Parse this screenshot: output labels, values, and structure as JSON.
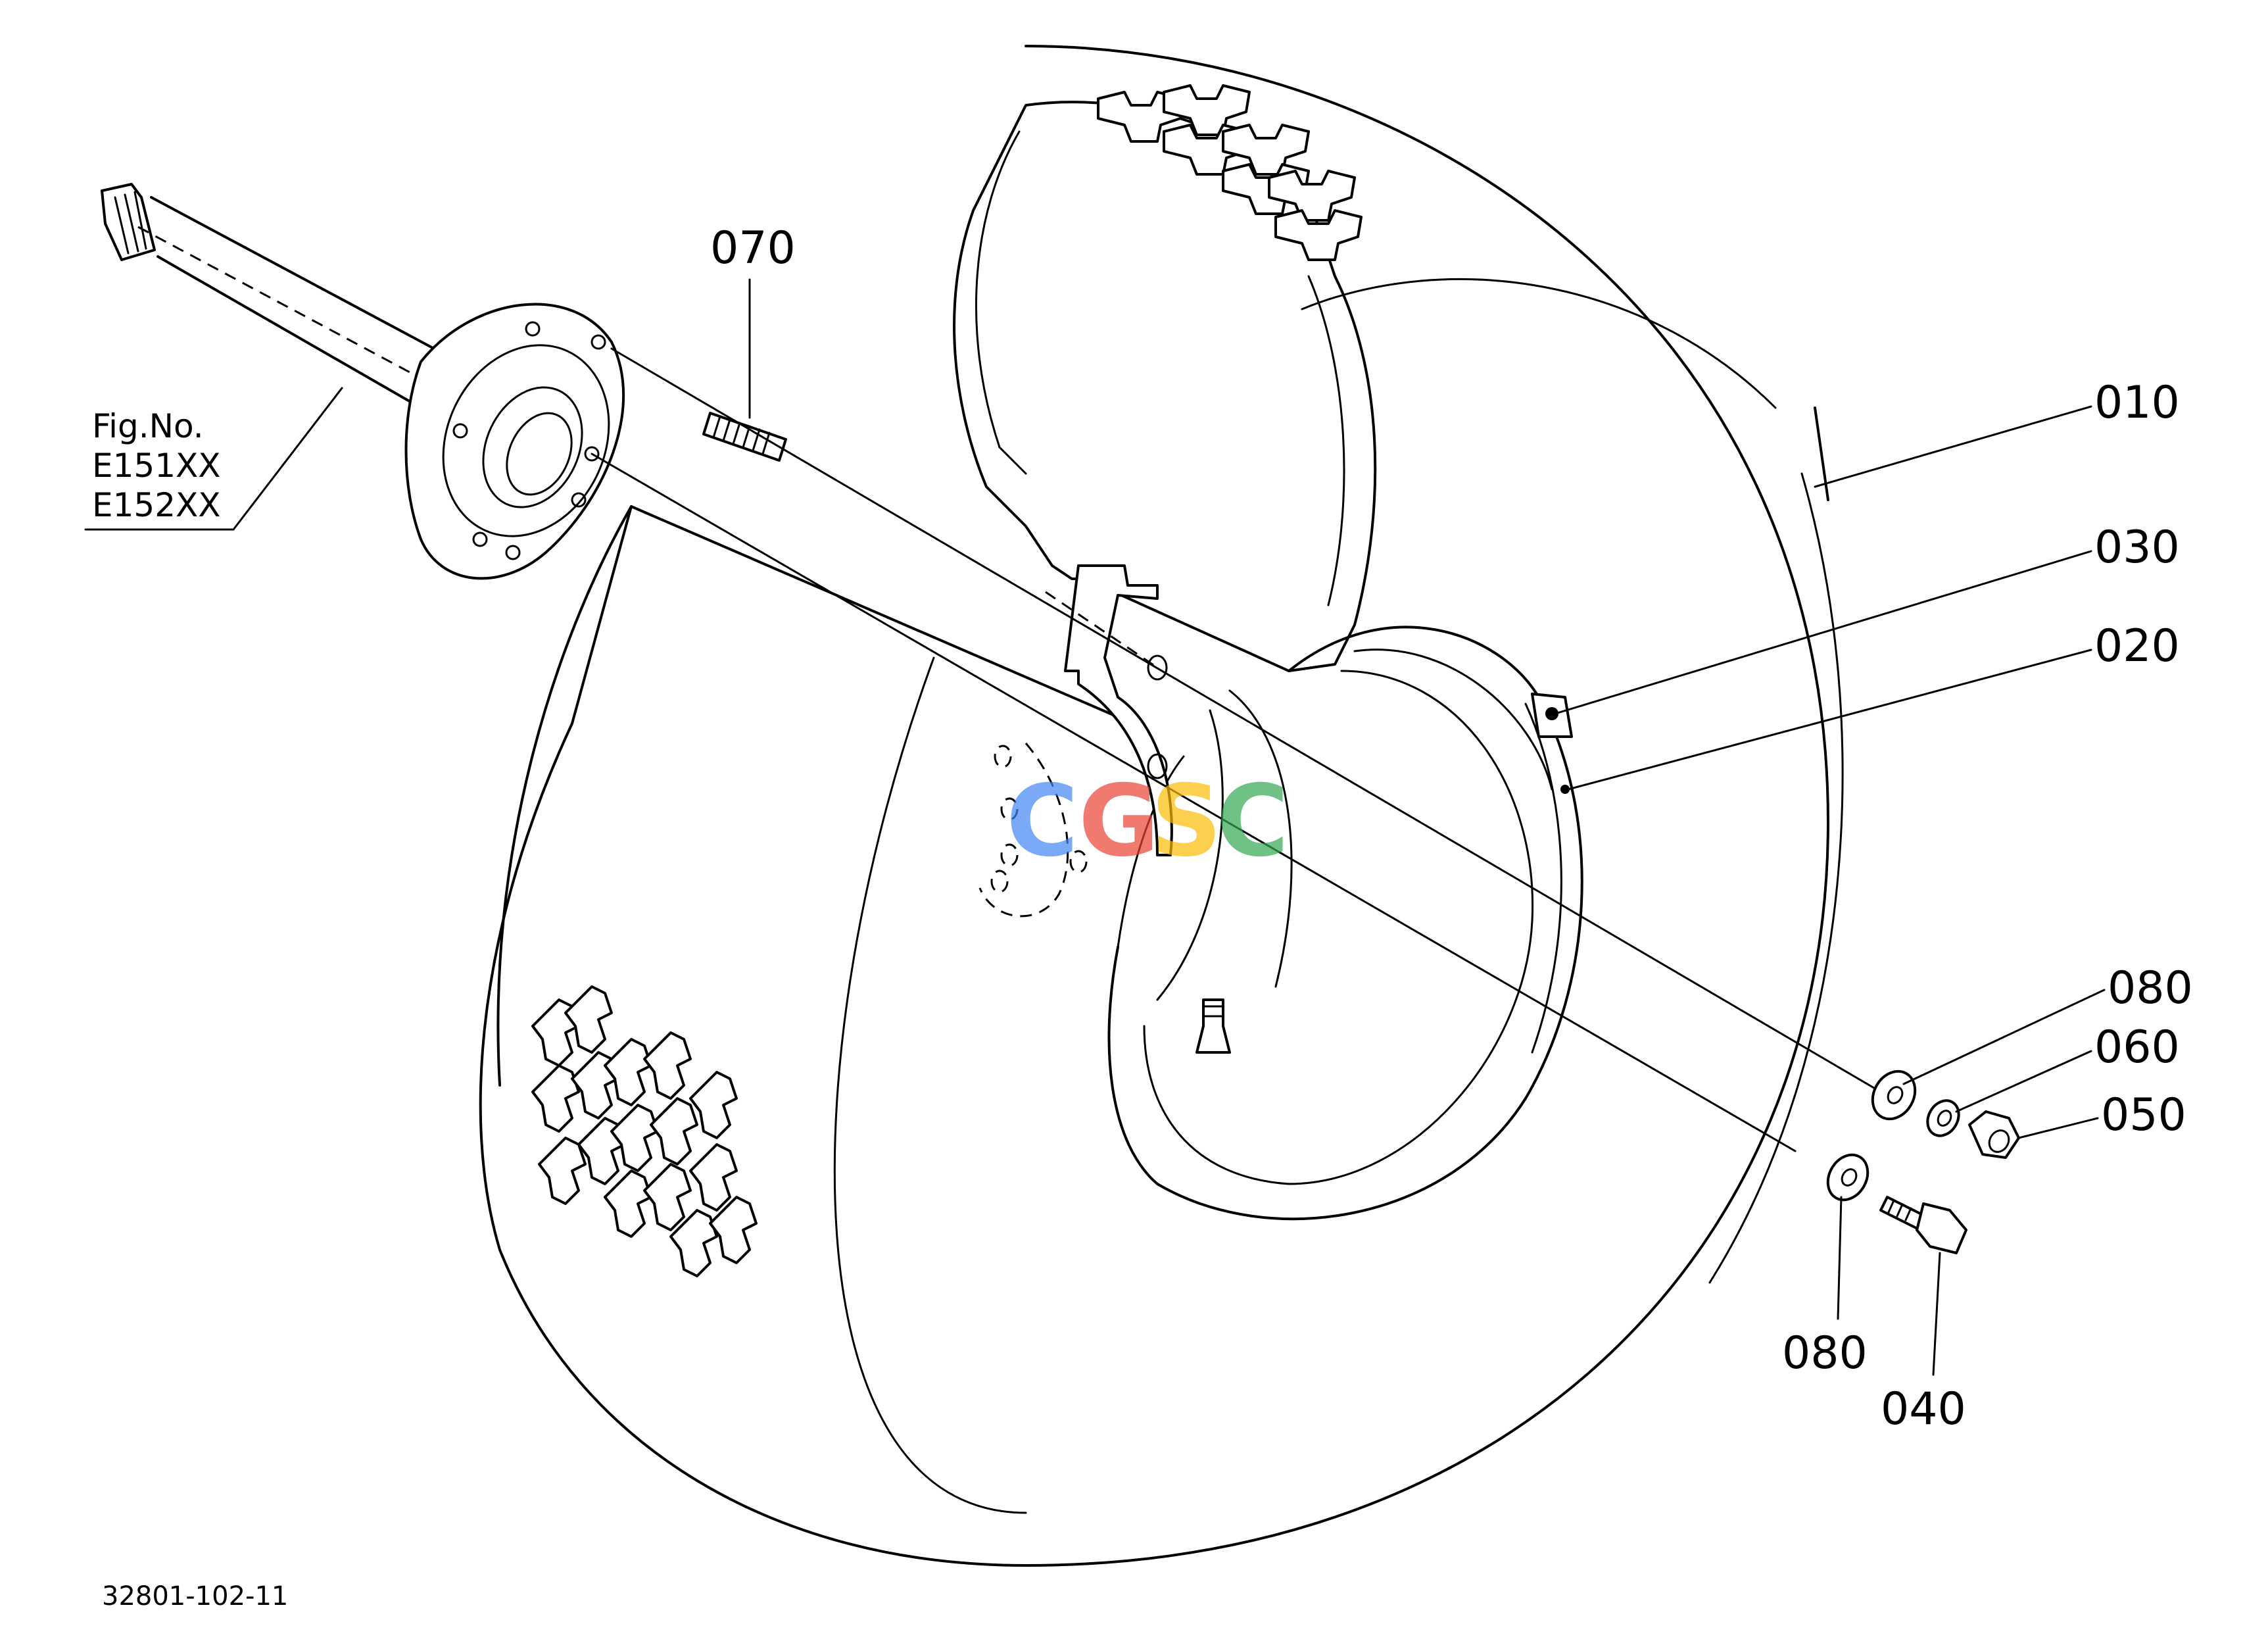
{
  "figure": {
    "drawing_code": "32801-102-11",
    "reference_fig": {
      "label": "Fig.No.",
      "numbers": [
        "E151XX",
        "E152XX"
      ]
    }
  },
  "callouts": [
    {
      "id": "070",
      "label": "070"
    },
    {
      "id": "010",
      "label": "010"
    },
    {
      "id": "030",
      "label": "030"
    },
    {
      "id": "020",
      "label": "020"
    },
    {
      "id": "080a",
      "label": "080"
    },
    {
      "id": "060",
      "label": "060"
    },
    {
      "id": "050",
      "label": "050"
    },
    {
      "id": "080b",
      "label": "080"
    },
    {
      "id": "040",
      "label": "040"
    }
  ],
  "watermark": {
    "letters": [
      "C",
      "G",
      "S",
      "C"
    ],
    "colors": [
      "#4285F4",
      "#EA4335",
      "#FBBC05",
      "#34A853"
    ]
  }
}
